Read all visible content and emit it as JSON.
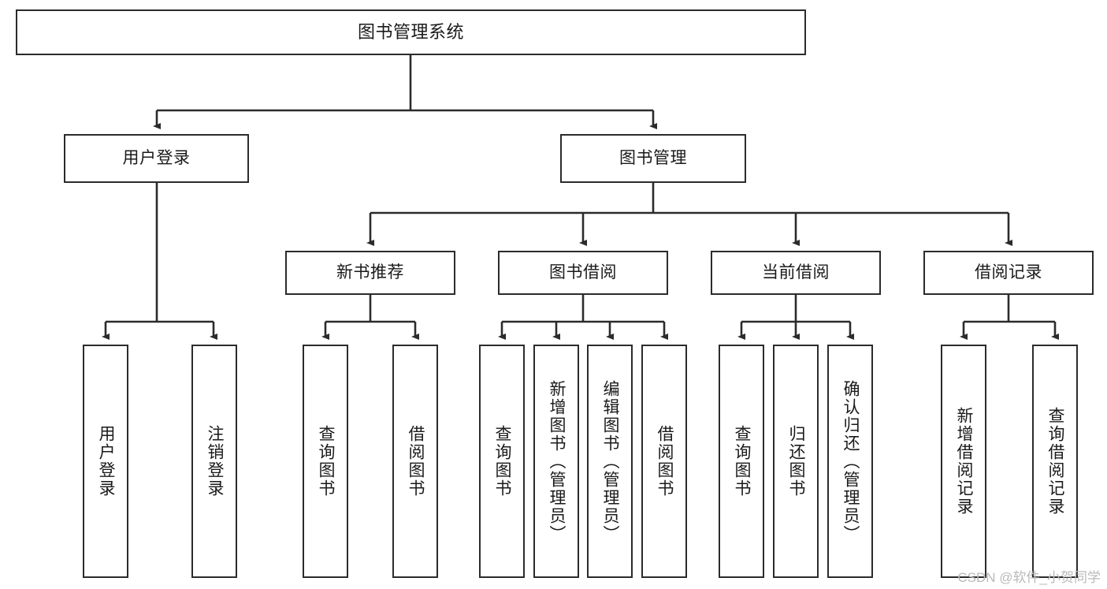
{
  "diagram": {
    "title": "图书管理系统",
    "type": "tree",
    "watermark": "CSDN @软件_小贺同学",
    "colors": {
      "border": "#2b2b2b",
      "background": "#ffffff",
      "text": "#1a1a1a",
      "edge": "#2b2b2b",
      "watermark": "#b9b9b9"
    },
    "nodes": {
      "root": {
        "label": "图书管理系统"
      },
      "level2": [
        {
          "label": "用户登录"
        },
        {
          "label": "图书管理"
        }
      ],
      "level3": [
        {
          "label": "新书推荐"
        },
        {
          "label": "图书借阅"
        },
        {
          "label": "当前借阅"
        },
        {
          "label": "借阅记录"
        }
      ],
      "leaves": {
        "user_login": [
          {
            "label": "用户登录"
          },
          {
            "label": "注销登录"
          }
        ],
        "new_book_recommend": [
          {
            "label": "查询图书"
          },
          {
            "label": "借阅图书"
          }
        ],
        "book_borrow": [
          {
            "label": "查询图书"
          },
          {
            "label": "新增图书（管理员）"
          },
          {
            "label": "编辑图书（管理员）"
          },
          {
            "label": "借阅图书"
          }
        ],
        "current_borrow": [
          {
            "label": "查询图书"
          },
          {
            "label": "归还图书"
          },
          {
            "label": "确认归还（管理员）"
          }
        ],
        "borrow_record": [
          {
            "label": "新增借阅记录"
          },
          {
            "label": "查询借阅记录"
          }
        ]
      }
    }
  }
}
